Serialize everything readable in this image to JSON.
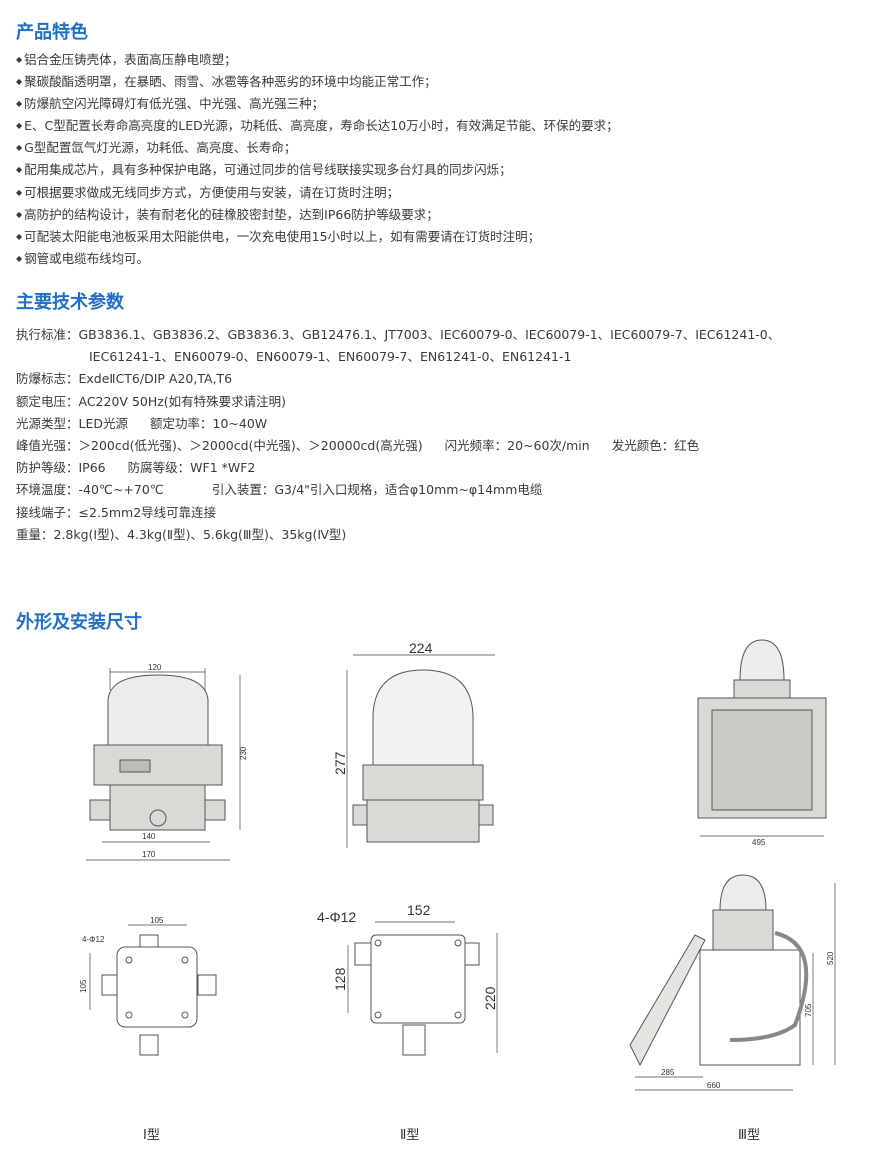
{
  "features": {
    "title": "产品特色",
    "items": [
      "铝合金压铸壳体，表面高压静电喷塑；",
      "聚碳酸酯透明罩，在暴晒、雨雪、冰雹等各种恶劣的环境中均能正常工作；",
      "防爆航空闪光障碍灯有低光强、中光强、高光强三种；",
      "E、C型配置长寿命高亮度的LED光源，功耗低、高亮度，寿命长达10万小时，有效满足节能、环保的要求；",
      "G型配置氙气灯光源，功耗低、高亮度、长寿命；",
      "配用集成芯片，具有多种保护电路，可通过同步的信号线联接实现多台灯具的同步闪烁；",
      "可根据要求做成无线同步方式，方便使用与安装，请在订货时注明；",
      "高防护的结构设计，装有耐老化的硅橡胶密封垫，达到IP66防护等级要求；",
      "可配装太阳能电池板采用太阳能供电，一次充电使用15小时以上，如有需要请在订货时注明；",
      "钢管或电缆布线均可。"
    ]
  },
  "specs": {
    "title": "主要技术参数",
    "standards_line1": "执行标准：GB3836.1、GB3836.2、GB3836.3、GB12476.1、JT7003、IEC60079-0、IEC60079-1、IEC60079-7、IEC61241-0、",
    "standards_line2": "IEC61241-1、EN60079-0、EN60079-1、EN60079-7、EN61241-0、EN61241-1",
    "ex_mark": "防爆标志：ExdeⅡCT6/DIP A20,TA,T6",
    "voltage": "额定电压：AC220V  50Hz(如有特殊要求请注明)",
    "light_source": "光源类型：LED光源",
    "power": "额定功率：10~40W",
    "peak_intensity": "峰值光强：＞200cd(低光强)、＞2000cd(中光强)、＞20000cd(高光强)",
    "flash_rate": "闪光频率：20~60次/min",
    "color": "发光颜色：红色",
    "protection": "防护等级：IP66",
    "anticorrosion": "防腐等级：WF1 *WF2",
    "temperature": "环境温度：-40℃~+70℃",
    "entry": "引入装置：G3/4\"引入口规格，适合φ10mm~φ14mm电缆",
    "terminal": "接线端子：≤2.5mm2导线可靠连接",
    "weight": "重量：2.8kg(Ⅰ型)、4.3kg(Ⅱ型)、5.6kg(Ⅲ型)、35kg(Ⅳ型)"
  },
  "dimensions": {
    "title": "外形及安装尺寸",
    "type1": {
      "label": "Ⅰ型",
      "top_width": "120",
      "height": "230",
      "base_inner": "140",
      "base_outer": "170",
      "hole_spacing_x": "105",
      "hole_spacing_y": "105",
      "holes": "4-Φ12"
    },
    "type2": {
      "label": "Ⅱ型",
      "width": "224",
      "height": "277",
      "hole_spacing_x": "152",
      "hole_spacing_y": "128",
      "base_height": "220",
      "holes": "4-Φ12"
    },
    "type3": {
      "label": "Ⅲ型",
      "panel_width": "495",
      "height_total": "520",
      "height_box": "705",
      "depth_box": "285",
      "depth_total": "660"
    }
  }
}
